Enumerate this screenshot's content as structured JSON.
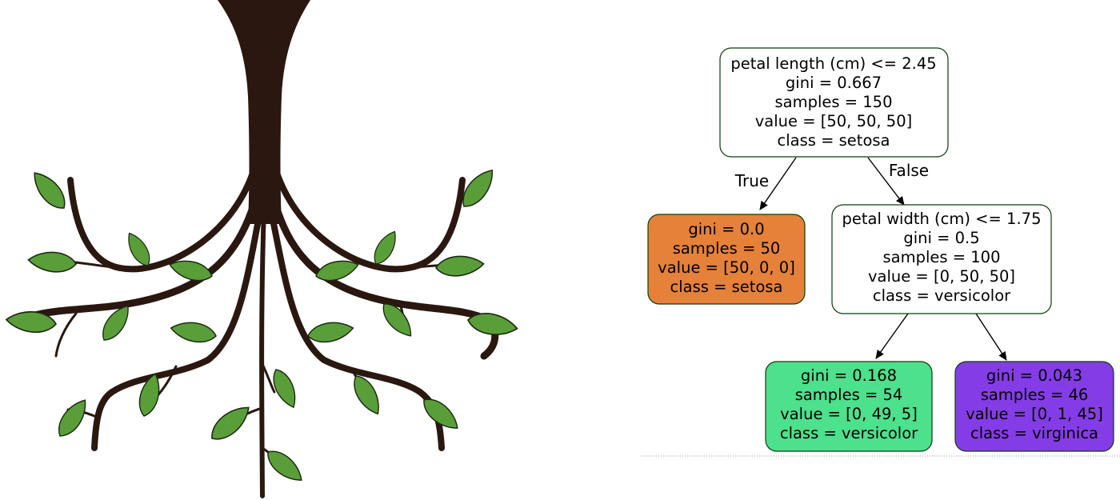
{
  "illustration": {
    "trunk_color": "#2a1810",
    "leaf_color": "#5a9e3a",
    "leaf_outline": "#1c2a12"
  },
  "decision_tree": {
    "nodes": [
      {
        "id": "root",
        "lines": [
          "petal length (cm) <= 2.45",
          "gini = 0.667",
          "samples = 150",
          "value = [50, 50, 50]",
          "class = setosa"
        ],
        "fill": "#ffffff"
      },
      {
        "id": "left",
        "lines": [
          "gini = 0.0",
          "samples = 50",
          "value = [50, 0, 0]",
          "class = setosa"
        ],
        "fill": "#e58139"
      },
      {
        "id": "right",
        "lines": [
          "petal width (cm) <= 1.75",
          "gini = 0.5",
          "samples = 100",
          "value = [0, 50, 50]",
          "class = versicolor"
        ],
        "fill": "#ffffff"
      },
      {
        "id": "right-left",
        "lines": [
          "gini = 0.168",
          "samples = 54",
          "value = [0, 49, 5]",
          "class = versicolor"
        ],
        "fill": "#4de08d"
      },
      {
        "id": "right-right",
        "lines": [
          "gini = 0.043",
          "samples = 46",
          "value = [0, 1, 45]",
          "class = virginica"
        ],
        "fill": "#843de6"
      }
    ],
    "edge_labels": {
      "true_label": "True",
      "false_label": "False"
    },
    "node_border_color": "#0a3d0a"
  }
}
